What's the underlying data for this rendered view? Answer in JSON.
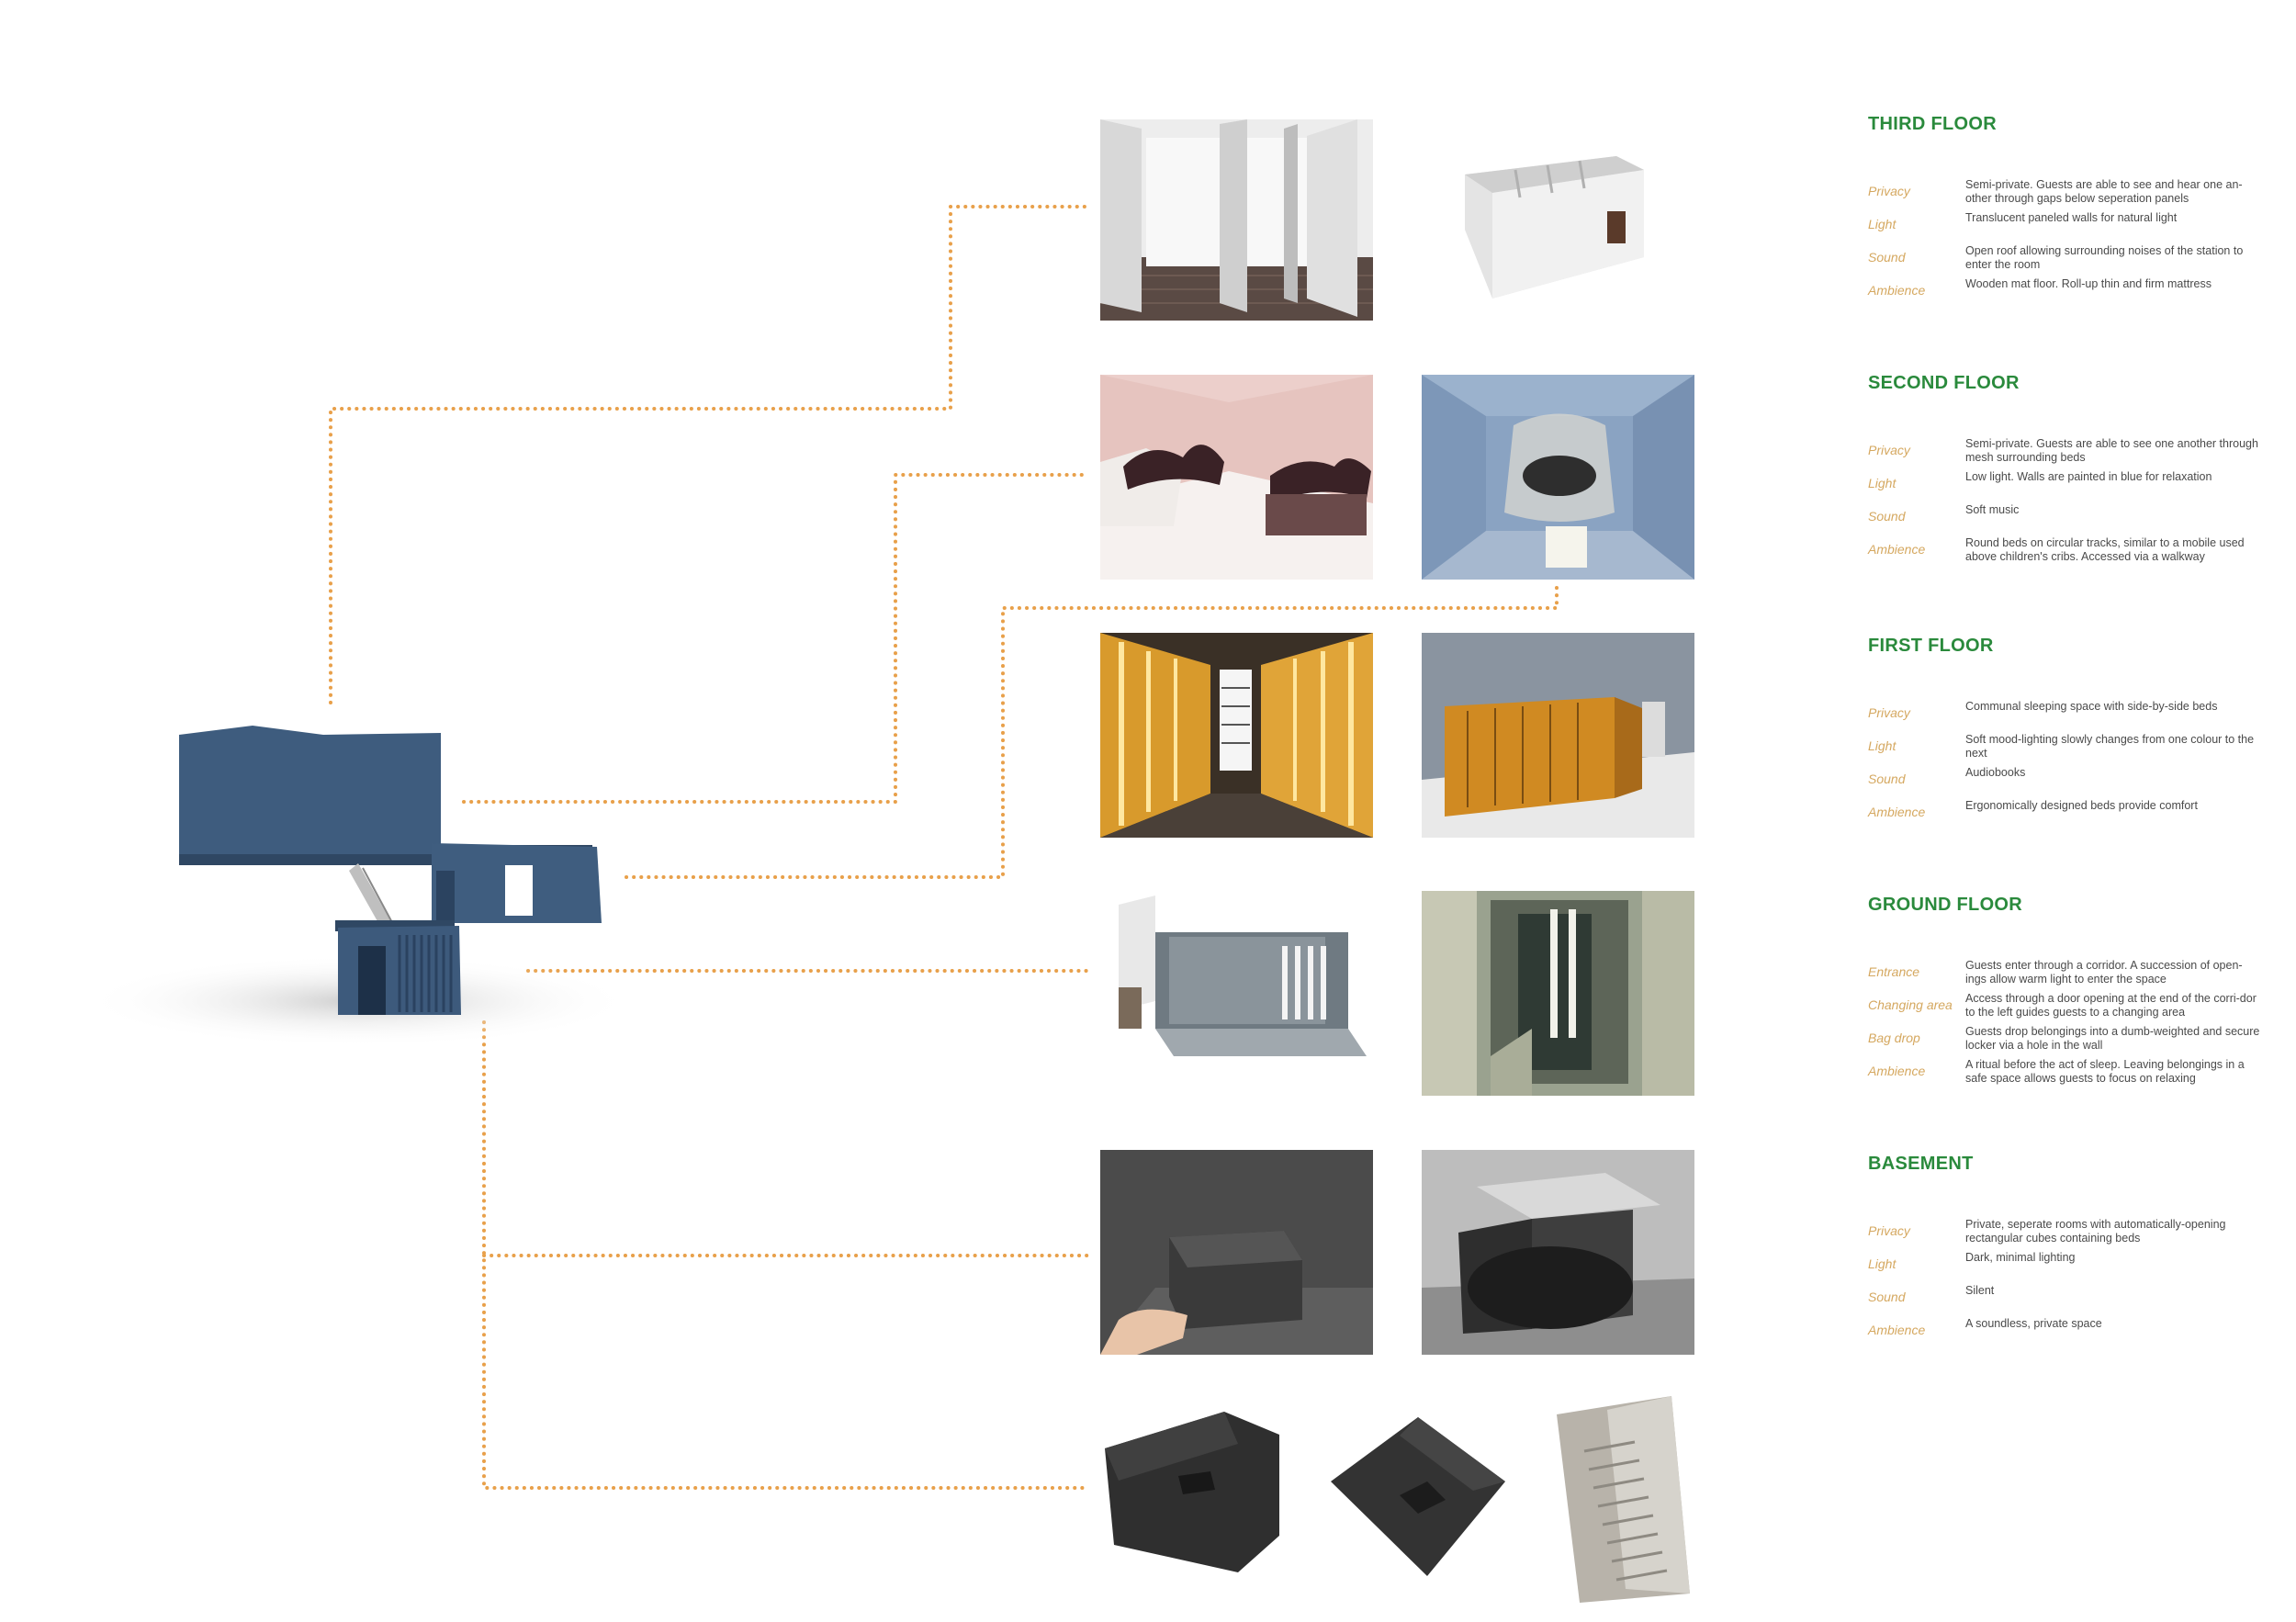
{
  "accent_colors": {
    "heading": "#2a8a3c",
    "label": "#d5a860",
    "connector": "#e8a04a",
    "building": "#3d5a7c"
  },
  "floors": [
    {
      "title": "THIRD FLOOR",
      "rows": [
        {
          "label": "Privacy",
          "text": "Semi-private. Guests are able to see and hear one an-other through gaps below seperation panels"
        },
        {
          "label": "Light",
          "text": "Translucent paneled walls for natural light"
        },
        {
          "label": "Sound",
          "text": "Open roof allowing surrounding noises of the station to enter the room"
        },
        {
          "label": "Ambience",
          "text": "Wooden mat floor. Roll-up thin and firm mattress"
        }
      ]
    },
    {
      "title": "SECOND FLOOR",
      "rows": [
        {
          "label": "Privacy",
          "text": "Semi-private. Guests are able to see one another through mesh surrounding beds"
        },
        {
          "label": "Light",
          "text": "Low light. Walls are painted in blue for relaxation"
        },
        {
          "label": "Sound",
          "text": "Soft music"
        },
        {
          "label": "Ambience",
          "text": "Round beds on circular tracks, similar to a mobile used above children's cribs. Accessed via a walkway"
        }
      ]
    },
    {
      "title": "FIRST FLOOR",
      "rows": [
        {
          "label": "Privacy",
          "text": "Communal sleeping space with side-by-side beds"
        },
        {
          "label": "Light",
          "text": "Soft mood-lighting slowly changes from one colour to the next"
        },
        {
          "label": "Sound",
          "text": "Audiobooks"
        },
        {
          "label": "Ambience",
          "text": "Ergonomically designed beds provide comfort"
        }
      ]
    },
    {
      "title": "GROUND FLOOR",
      "rows": [
        {
          "label": "Entrance",
          "text": "Guests enter through a corridor. A succession of open-ings allow warm light to enter the space"
        },
        {
          "label": "Changing area",
          "text": "Access through a door opening at the end of the corri-dor to the left guides guests to a changing area"
        },
        {
          "label": "Bag drop",
          "text": "Guests drop belongings into a dumb-weighted and secure locker via a hole in the wall"
        },
        {
          "label": "Ambience",
          "text": "A ritual before the act of sleep. Leaving belongings in a safe space allows guests to focus on relaxing"
        }
      ]
    },
    {
      "title": "BASEMENT",
      "rows": [
        {
          "label": "Privacy",
          "text": "Private, seperate rooms with automatically-opening rectangular cubes containing beds"
        },
        {
          "label": "Light",
          "text": "Dark, minimal lighting"
        },
        {
          "label": "Sound",
          "text": "Silent"
        },
        {
          "label": "Ambience",
          "text": "A soundless, private space"
        }
      ]
    }
  ]
}
